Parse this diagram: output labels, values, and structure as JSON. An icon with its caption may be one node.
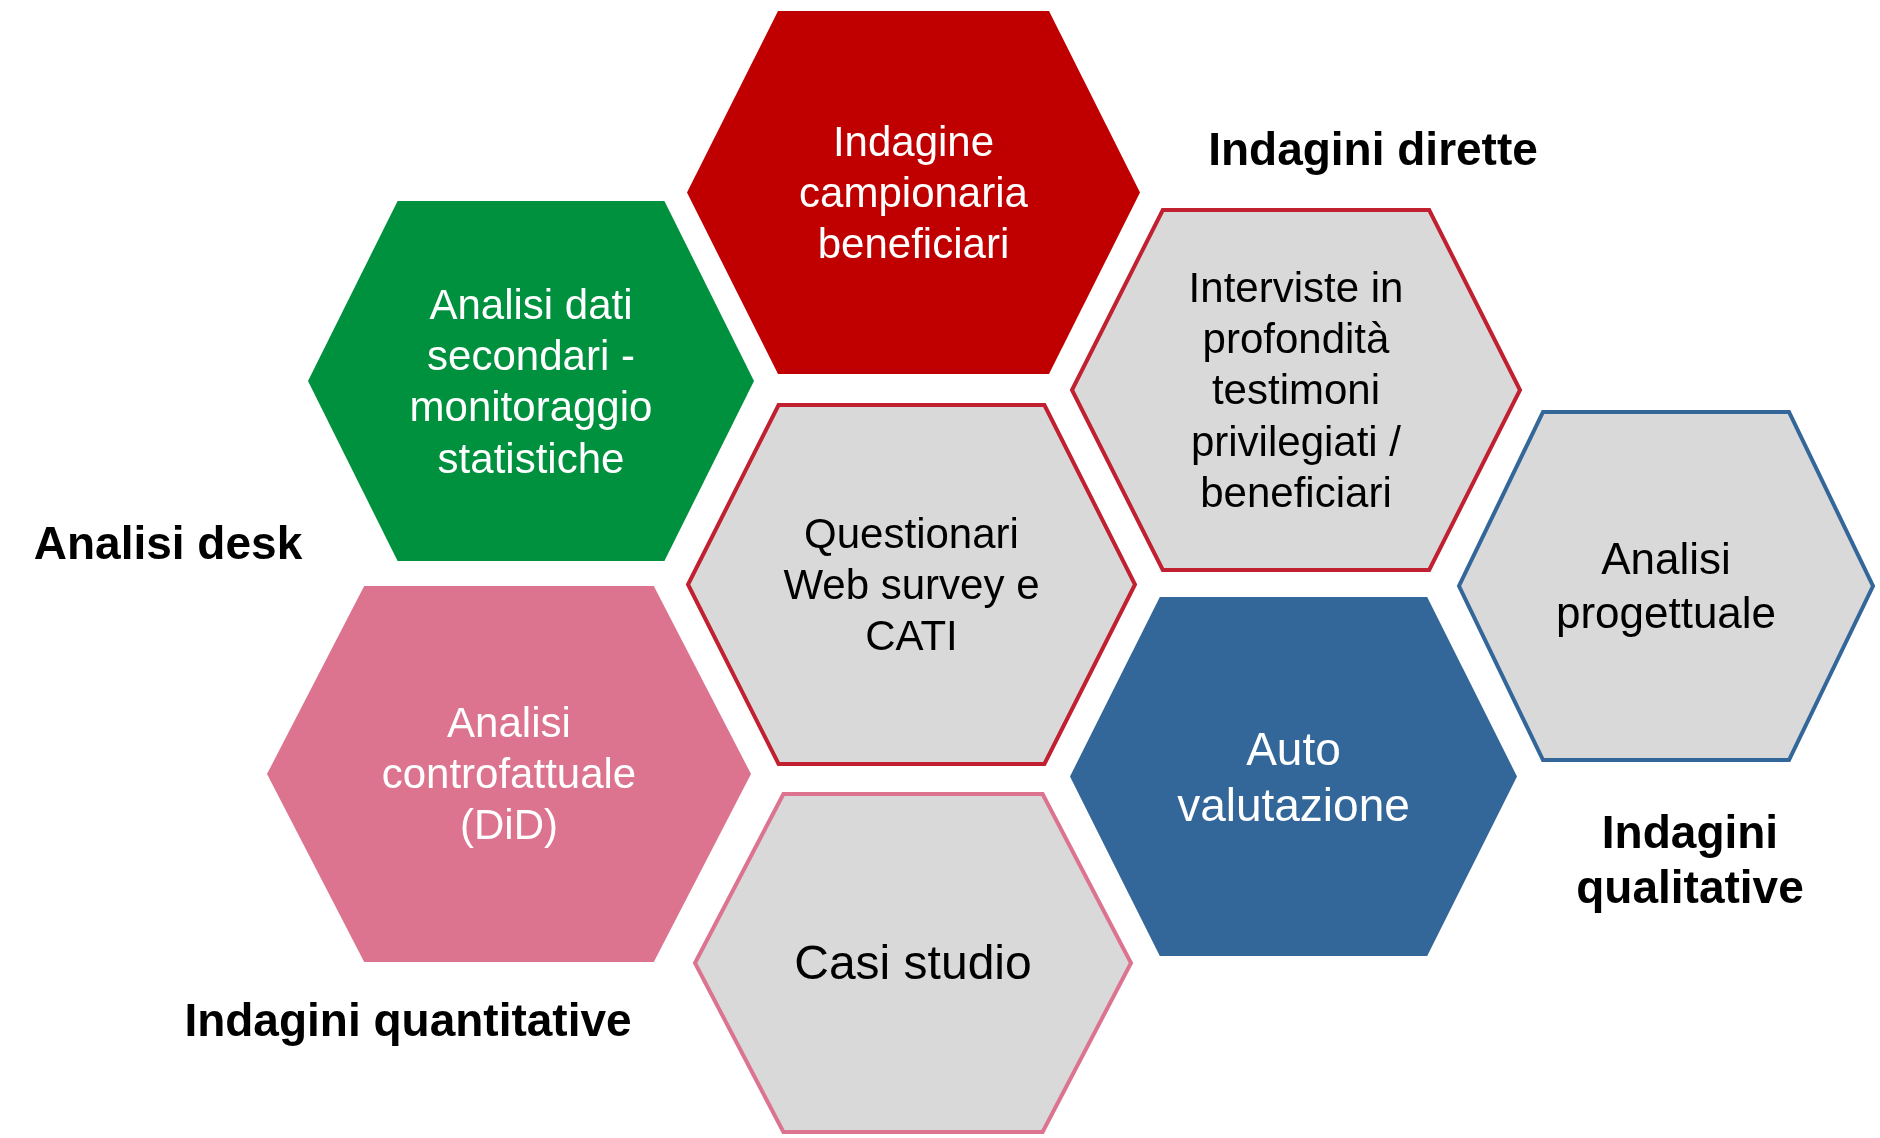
{
  "diagram": {
    "nodes": [
      {
        "text": [
          "Indagine campionaria beneficiari"
        ]
      },
      {
        "text": [
          "Analisi dati secondari - monitoraggio statistiche"
        ]
      },
      {
        "text": [
          "Interviste in profondità testimoni privilegiati / beneficiari"
        ]
      },
      {
        "text": [
          "Questionari Web survey e CATI"
        ]
      },
      {
        "text": [
          "Analisi progettuale"
        ]
      },
      {
        "text": [
          "Analisi controfattuale (DiD)"
        ]
      },
      {
        "text": [
          "Auto valutazione"
        ]
      },
      {
        "text": [
          "Casi studio"
        ]
      }
    ],
    "edges": [],
    "labels": [
      "Indagini dirette",
      "Analisi desk",
      "Indagini qualitative",
      "Indagini quantitative"
    ]
  }
}
